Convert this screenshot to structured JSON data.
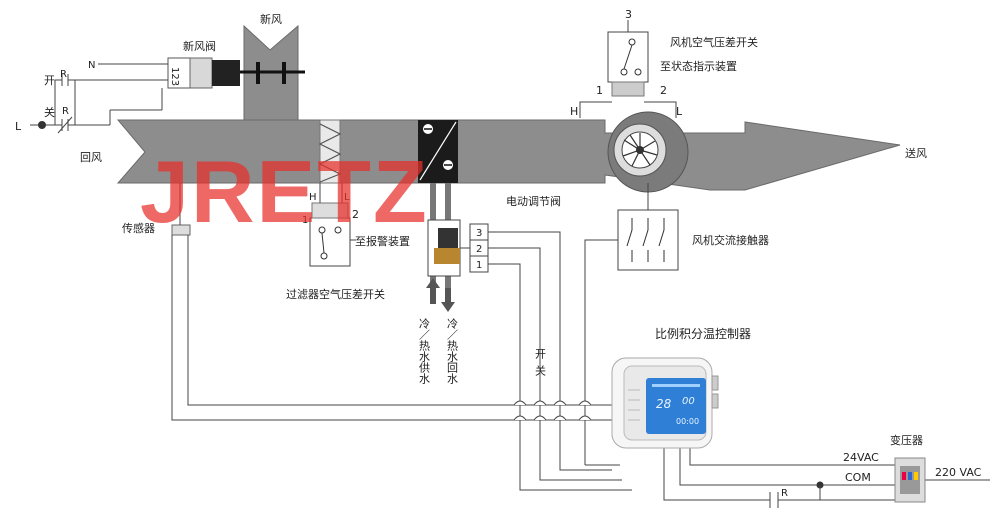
{
  "watermark": "JRETZ",
  "labels": {
    "fresh_air_damper": "新风阀",
    "fresh_air": "新风",
    "n": "N",
    "open": "开",
    "close": "关",
    "r1": "R",
    "r2": "R",
    "l": "L",
    "return_air": "回风",
    "terminals_123": "123",
    "sensor": "传感器",
    "filter_h": "H",
    "filter_l": "L",
    "filter_1": "1",
    "filter_2": "2",
    "to_alarm": "至报警装置",
    "filter_switch": "过滤器空气压差开关",
    "electric_valve": "电动调节阀",
    "valve_t3": "3",
    "valve_t2": "2",
    "valve_t1": "1",
    "cold_hot_supply": "冷／热水供水",
    "cold_hot_return": "冷／热水回水",
    "switch_text": "开关",
    "fan_switch_3": "3",
    "fan_switch": "风机空气压差开关",
    "to_status": "至状态指示装置",
    "fan_1": "1",
    "fan_2": "2",
    "fan_h": "H",
    "fan_l": "L",
    "supply_air": "送风",
    "fan_contactor": "风机交流接触器",
    "controller": "比例积分温控制器",
    "lcd_temp_left": "28",
    "lcd_temp_right": "00",
    "lcd_time": "00:00",
    "v24": "24VAC",
    "com": "COM",
    "transformer": "变压器",
    "v220": "220 VAC",
    "r3": "R"
  },
  "colors": {
    "duct": "#8a8a8a",
    "duct_dark": "#555555",
    "watermark": "#e8302a",
    "wire": "#444444",
    "lcd": "#2f7fd6"
  }
}
